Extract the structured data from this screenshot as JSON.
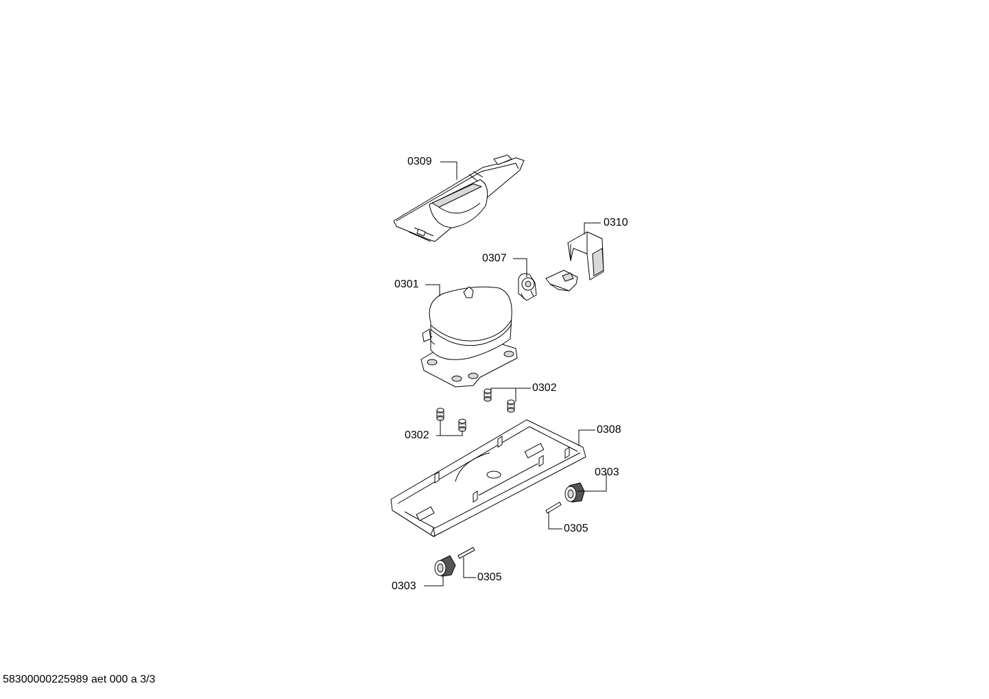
{
  "labels": {
    "l0309": "0309",
    "l0310": "0310",
    "l0307": "0307",
    "l0301": "0301",
    "l0302a": "0302",
    "l0302b": "0302",
    "l0308": "0308",
    "l0303a": "0303",
    "l0305a": "0305",
    "l0305b": "0305",
    "l0303b": "0303"
  },
  "footer": "58300000225989 aet 000 a 3/3"
}
